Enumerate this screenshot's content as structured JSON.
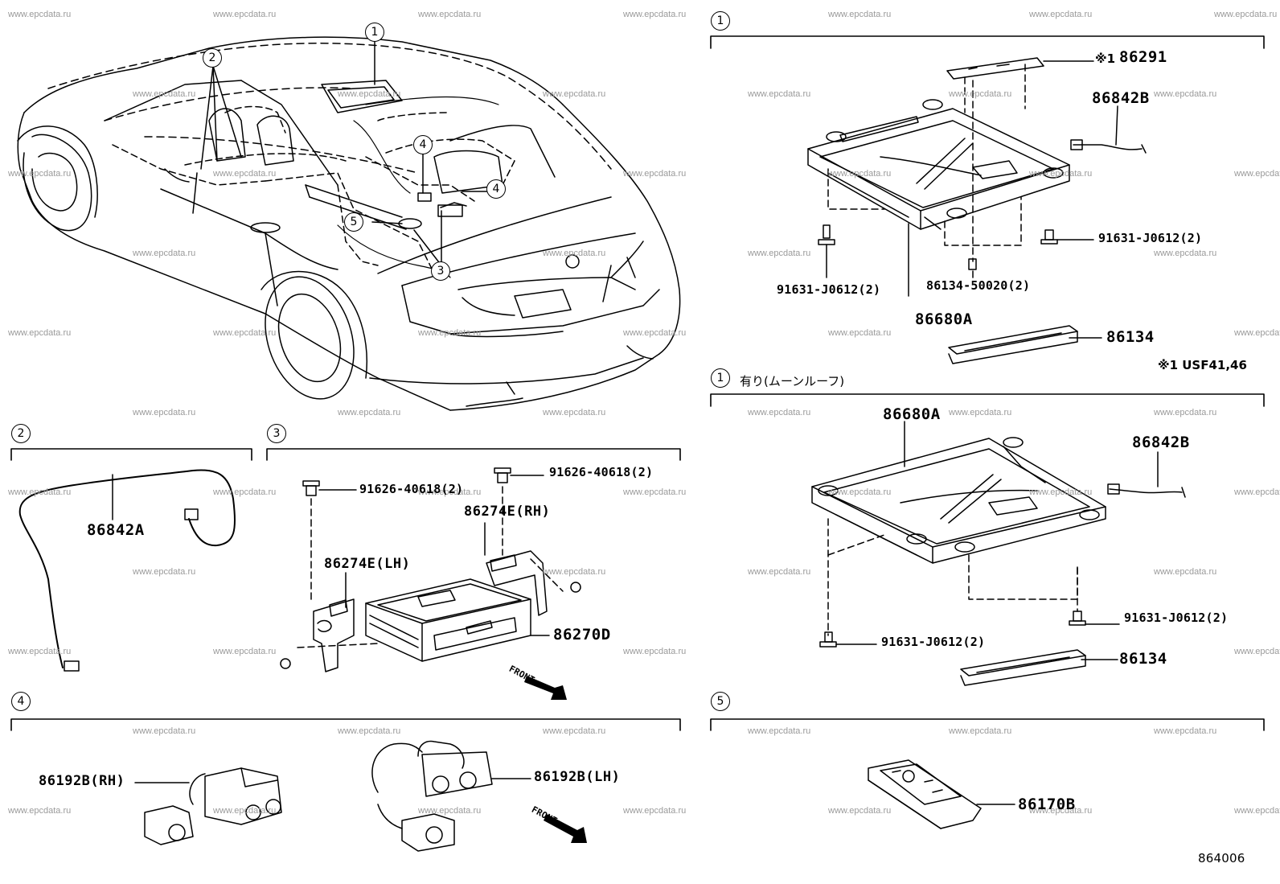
{
  "watermark": "www.epcdata.ru",
  "diagram_code": "864006",
  "note_usf": "※1 USF41,46",
  "note_mark": "※1",
  "moonroof_title": "有り(ムーンルーフ)",
  "callouts": [
    "1",
    "2",
    "3",
    "4",
    "5"
  ],
  "parts": {
    "p86291": "86291",
    "p86842B": "86842B",
    "p91631_2": "91631-J0612(2)",
    "p86134_50020": "86134-50020(2)",
    "p86680A": "86680A",
    "p86134": "86134",
    "p86842A": "86842A",
    "p91626": "91626-40618(2)",
    "p86274E_RH": "86274E(RH)",
    "p86274E_LH": "86274E(LH)",
    "p86270D": "86270D",
    "p86192B_RH": "86192B(RH)",
    "p86192B_LH": "86192B(LH)",
    "p86170B": "86170B"
  },
  "front_label": "FRONT"
}
